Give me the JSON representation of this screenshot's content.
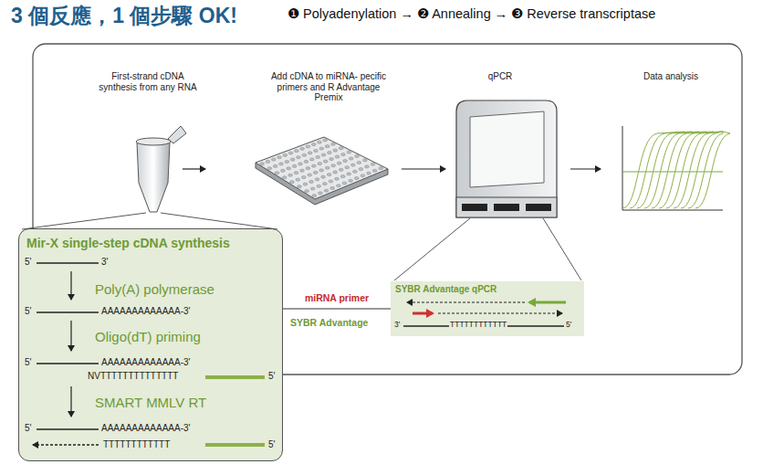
{
  "diagram": {
    "title": "3 個反應，1 個步驟 OK!",
    "nodes": [
      {
        "text": [
          "Mir-X single-step cDNA synthesis",
          "Poly(A) polymerase",
          "Oligo(dT) priming",
          "SMART MMLV RT"
        ]
      },
      {
        "text": [
          "SYBR Advantage qPCR"
        ]
      }
    ],
    "edges": [
      {
        "from": 0,
        "to": 1,
        "arrow": "none",
        "label": "miRNA primer"
      }
    ],
    "labels": [
      "❶ Polyadenylation → ❷ Annealing → ❸ Reverse transcriptase",
      "First-strand cDNA synthesis from any RNA",
      "Add cDNA to miRNA- pecific primers and R Advantage Premix",
      "qPCR",
      "Data analysis",
      "5'",
      "3'",
      "5'",
      "AAAAAAAAAAAAA-3'",
      "5'",
      "AAAAAAAAAAAAA-3'",
      "NVTTTTTTTTTTTTTT",
      "5'",
      "5'",
      "AAAAAAAAAAAAA-3'",
      "TTTTTTTTTTTT",
      "5'",
      "SYBR Advantage",
      "3'",
      "TTTTTTTTTTTT",
      "5'"
    ]
  }
}
